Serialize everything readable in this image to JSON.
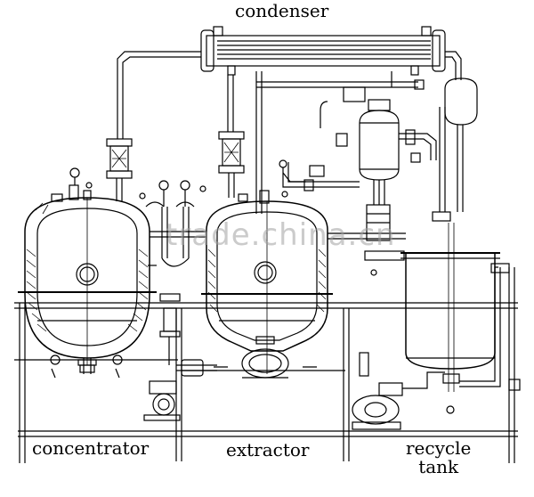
{
  "labels": {
    "condenser": "condenser",
    "concentrator": "concentrator",
    "extractor": "extractor",
    "recycle_line1": "recycle",
    "recycle_line2": "tank"
  },
  "watermark": "trade.china.cn",
  "colors": {
    "line": "#000000",
    "background": "#ffffff",
    "watermark": "#a0a0a0"
  }
}
